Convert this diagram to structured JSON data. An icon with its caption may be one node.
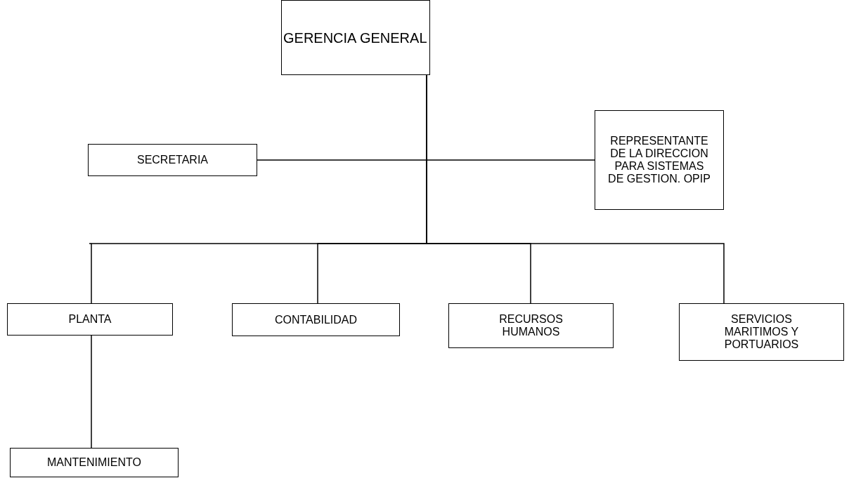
{
  "diagram": {
    "nodes": [
      {
        "text": [
          "GERENCIA GENERAL"
        ]
      },
      {
        "text": [
          "SECRETARIA"
        ]
      },
      {
        "text": [
          "REPRESENTANTE DE LA DIRECCION PARA SISTEMAS DE GESTION. OPIP"
        ]
      },
      {
        "text": [
          "PLANTA"
        ]
      },
      {
        "text": [
          "CONTABILIDAD"
        ]
      },
      {
        "text": [
          "RECURSOS HUMANOS"
        ]
      },
      {
        "text": [
          "SERVICIOS MARITIMOS Y PORTUARIOS"
        ]
      },
      {
        "text": [
          "MANTENIMIENTO"
        ]
      }
    ],
    "edges": [
      {
        "from": 0,
        "to": 1,
        "arrow": "none"
      },
      {
        "from": 0,
        "to": 2,
        "arrow": "none"
      },
      {
        "from": 0,
        "to": 3,
        "arrow": "none"
      },
      {
        "from": 0,
        "to": 4,
        "arrow": "none"
      },
      {
        "from": 0,
        "to": 5,
        "arrow": "none"
      },
      {
        "from": 0,
        "to": 6,
        "arrow": "none"
      },
      {
        "from": 3,
        "to": 7,
        "arrow": "none"
      }
    ]
  }
}
